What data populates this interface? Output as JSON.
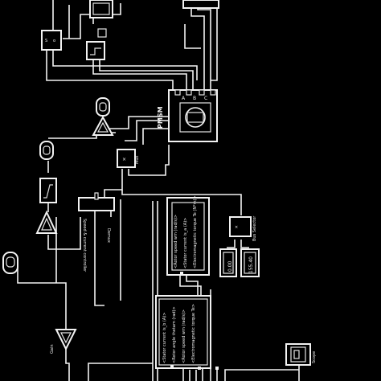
{
  "diagram": {
    "pmsm_block": {
      "label": "PMSM",
      "ports": [
        "A",
        "B",
        "C"
      ]
    },
    "mux_label": "Mux",
    "display_values": {
      "left": "0.00",
      "right": "155.40"
    },
    "demux_label": "Demux",
    "bus_selector_label": "Bus Selector",
    "bus_signals_top": [
      "<Rotor speed wm (rad/s)>",
      "<Stator current is_a (A)>",
      "<Electromagnetic torque Te (N*m)>"
    ],
    "bus_signals_bottom": [
      "<Stator current is_b (A)>",
      "<Rotor angle thetam (rad)>",
      "<Rotor speed wm (rad/s)>",
      "<Electromagnetic torque Te>"
    ],
    "controller_block_label": "Speed & current controller",
    "gain_label": "Gain",
    "scope_label": "Scope"
  }
}
